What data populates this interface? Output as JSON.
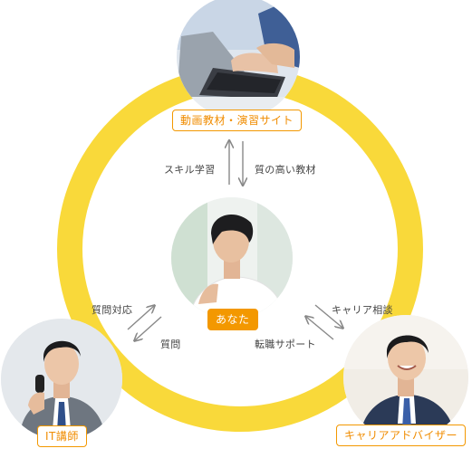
{
  "colors": {
    "ring": "#f9d93a",
    "accent": "#f39800",
    "arrow": "#888888"
  },
  "nodes": {
    "top": {
      "label": "動画教材・演習サイト",
      "image": "laptop-typing-photo"
    },
    "center": {
      "label": "あなた",
      "image": "student-portrait-photo"
    },
    "left": {
      "label": "IT講師",
      "image": "instructor-microphone-photo"
    },
    "right": {
      "label": "キャリアアドバイザー",
      "image": "advisor-portrait-photo"
    }
  },
  "flows": {
    "top_up": "スキル学習",
    "top_down": "質の高い教材",
    "left_up": "質問対応",
    "left_down": "質問",
    "right_up": "キャリア相談",
    "right_down": "転職サポート"
  }
}
